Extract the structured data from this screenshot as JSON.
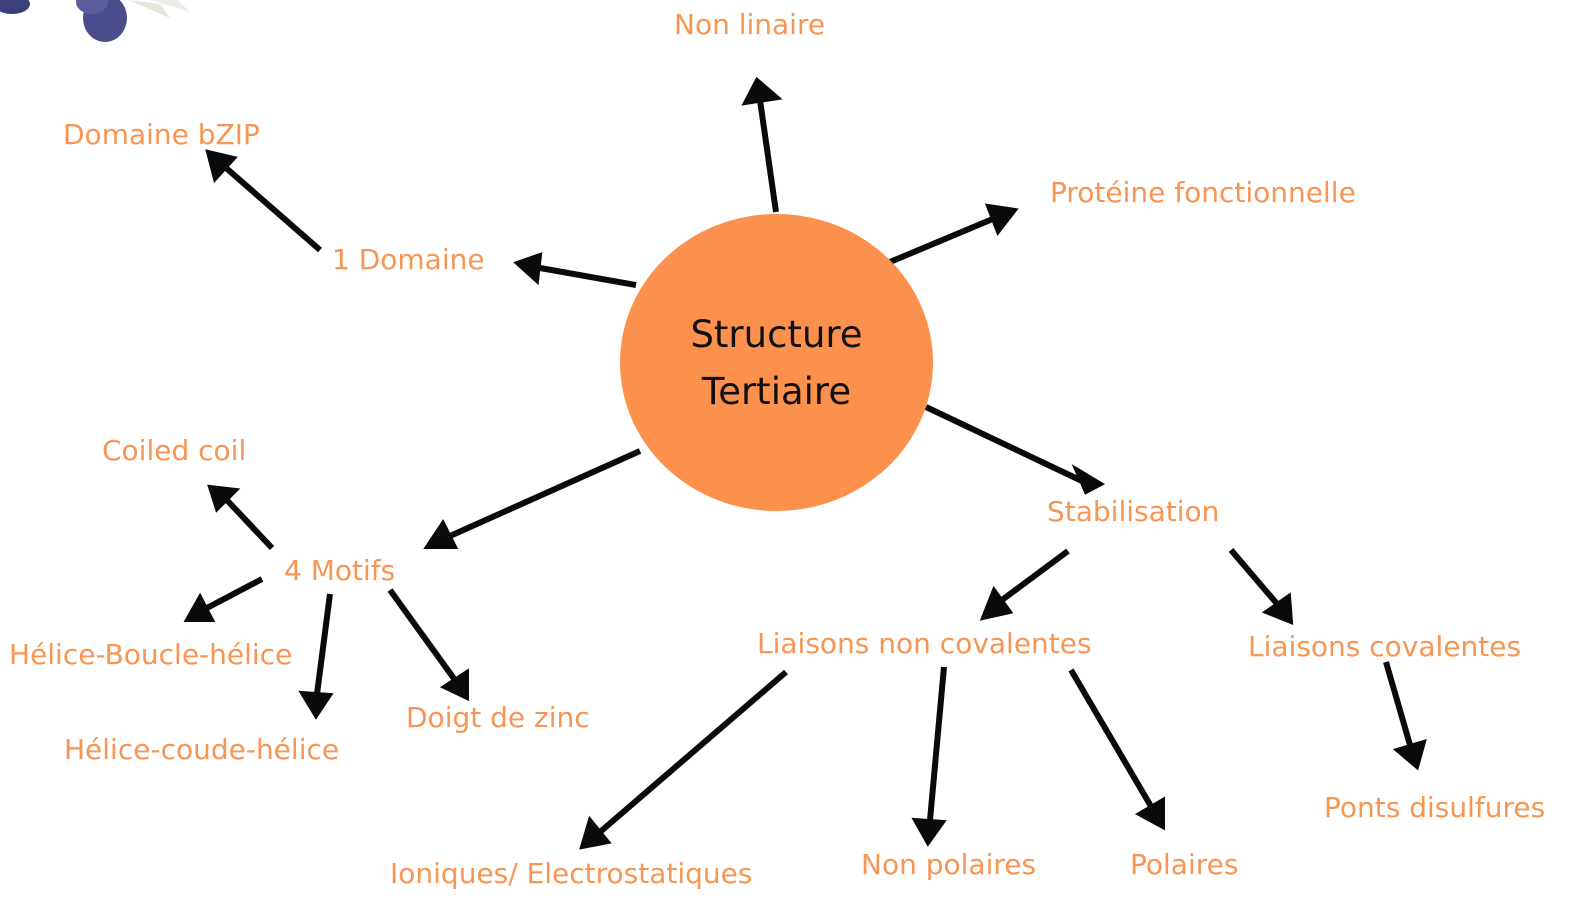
{
  "colors": {
    "label": "#f79553",
    "center_fill": "#fb914d",
    "center_text": "#111111",
    "arrow": "#0a0a0a"
  },
  "center": {
    "line1": "Structure",
    "line2": "Tertiaire"
  },
  "nodes": {
    "non_linaire": "Non linaire",
    "domaine_bzip": "Domaine bZIP",
    "un_domaine": "1 Domaine",
    "proteine_fonctionnelle": "Protéine fonctionnelle",
    "coiled_coil": "Coiled coil",
    "quatre_motifs": "4 Motifs",
    "helice_boucle_helice": "Hélice-Boucle-hélice",
    "helice_coude_helice": "Hélice-coude-hélice",
    "doigt_de_zinc": "Doigt de zinc",
    "stabilisation": "Stabilisation",
    "liaisons_non_covalentes": "Liaisons non covalentes",
    "liaisons_covalentes": "Liaisons covalentes",
    "ponts_disulfures": "Ponts disulfures",
    "ioniques_electrostatiques": "Ioniques/ Electrostatiques",
    "non_polaires": "Non polaires",
    "polaires": "Polaires"
  }
}
